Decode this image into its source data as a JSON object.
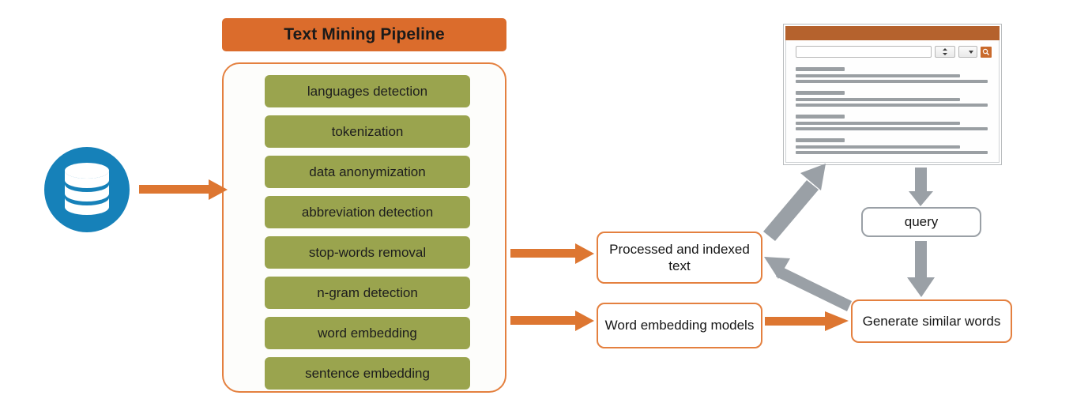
{
  "diagram": {
    "title": "Text Mining Pipeline",
    "colors": {
      "orange_header": "#db6c2c",
      "orange_border": "#e4803f",
      "orange_arrow": "#dd7631",
      "olive_stage": "#9aa44e",
      "gray_arrow": "#9aa0a6",
      "db_blue": "#1681b9",
      "mock_header": "#b5622d"
    }
  },
  "source": {
    "icon": "database-icon",
    "label": ""
  },
  "pipeline": {
    "header_label": "Text Mining Pipeline",
    "stages": [
      {
        "label": "languages detection"
      },
      {
        "label": "tokenization"
      },
      {
        "label": "data anonymization"
      },
      {
        "label": "abbreviation detection"
      },
      {
        "label": "stop-words removal"
      },
      {
        "label": "n-gram detection"
      },
      {
        "label": "word embedding"
      },
      {
        "label": "sentence embedding"
      }
    ]
  },
  "nodes": {
    "processed_indexed_text": "Processed and indexed text",
    "word_embedding_models": "Word embedding models",
    "query": "query",
    "generate_similar_words": "Generate similar words"
  },
  "search_mockup": {
    "name": "search-interface-mockup",
    "search_input_value": "",
    "search_input_placeholder": "",
    "spinner_control": "number-stepper",
    "dropdown_control": "filter-dropdown",
    "search_button_icon": "magnifier-icon",
    "results": [
      {
        "title_width": 25,
        "mid_width": 84,
        "long_width": 98
      },
      {
        "title_width": 25,
        "mid_width": 84,
        "long_width": 98
      },
      {
        "title_width": 25,
        "mid_width": 84,
        "long_width": 98
      },
      {
        "title_width": 25,
        "mid_width": 84,
        "long_width": 95
      }
    ]
  },
  "connections": [
    {
      "from": "database-icon",
      "to": "pipeline",
      "color": "orange",
      "direction": "right"
    },
    {
      "from": "pipeline",
      "to": "processed-and-indexed-text",
      "color": "orange",
      "direction": "right"
    },
    {
      "from": "pipeline",
      "to": "word-embedding-models",
      "color": "orange",
      "direction": "right"
    },
    {
      "from": "processed-and-indexed-text",
      "to": "search-interface-mockup",
      "color": "gray",
      "direction": "up-right"
    },
    {
      "from": "search-interface-mockup",
      "to": "query",
      "color": "gray",
      "direction": "down"
    },
    {
      "from": "query",
      "to": "generate-similar-words",
      "color": "gray",
      "direction": "down"
    },
    {
      "from": "generate-similar-words",
      "to": "processed-and-indexed-text",
      "color": "gray",
      "direction": "up-left"
    },
    {
      "from": "word-embedding-models",
      "to": "generate-similar-words",
      "color": "orange",
      "direction": "right"
    }
  ]
}
